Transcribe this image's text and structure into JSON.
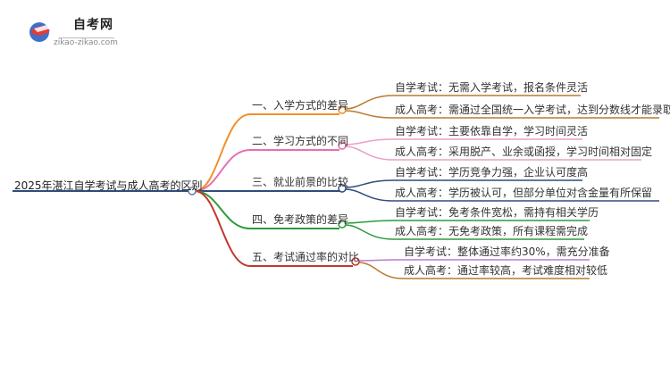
{
  "brand": {
    "name": "自考网",
    "domain": "zikao-zikao.com"
  },
  "root": "2025年湛江自学考试与成人高考的区别",
  "branches": [
    {
      "label": "一、入学方式的差异",
      "leaves": [
        "自学考试：无需入学考试，报名条件灵活",
        "成人高考：需通过全国统一入学考试，达到分数线才能录取"
      ]
    },
    {
      "label": "二、学习方式的不同",
      "leaves": [
        "自学考试：主要依靠自学，学习时间灵活",
        "成人高考：采用脱产、业余或函授，学习时间相对固定"
      ]
    },
    {
      "label": "三、就业前景的比较",
      "leaves": [
        "自学考试：学历竞争力强，企业认可度高",
        "成人高考：学历被认可，但部分单位对含金量有所保留"
      ]
    },
    {
      "label": "四、免考政策的差异",
      "leaves": [
        "自学考试：免考条件宽松，需持有相关学历",
        "成人高考：无免考政策，所有课程需完成"
      ]
    },
    {
      "label": "五、考试通过率的对比",
      "leaves": [
        "自学考试：整体通过率约30%，需充分准备",
        "成人高考：通过率较高，考试难度相对较低"
      ]
    }
  ],
  "colors": {
    "root": "#2f4d7a",
    "b1": "#f0912a",
    "b2": "#e86fb0",
    "b3": "#2f4d7a",
    "b4": "#2e9a3c",
    "b5": "#c0392b",
    "leafA": "#b97a2f",
    "leafB": "#b77bd0",
    "node": "#6a7fa0"
  }
}
